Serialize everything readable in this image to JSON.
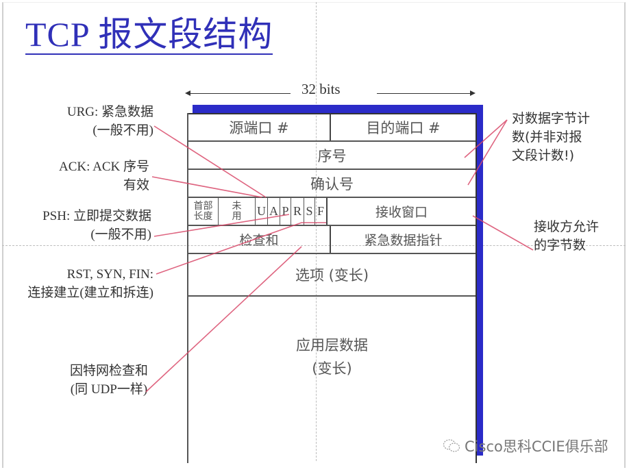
{
  "title": "TCP 报文段结构",
  "width_label": "32 bits",
  "colors": {
    "title": "#3030b8",
    "shadow": "#2b2bc8",
    "leader_lines": "#d94a6a",
    "text": "#333333"
  },
  "segment": {
    "row1": {
      "source_port": "源端口 #",
      "dest_port": "目的端口 #"
    },
    "row2": {
      "sequence_number": "序号"
    },
    "row3": {
      "ack_number": "确认号"
    },
    "row4": {
      "header_length": [
        "首部",
        "长度"
      ],
      "unused": [
        "未",
        "用"
      ],
      "flags": [
        "U",
        "A",
        "P",
        "R",
        "S",
        "F"
      ],
      "receive_window": "接收窗口"
    },
    "row5": {
      "checksum": "检查和",
      "urgent_pointer": "紧急数据指针"
    },
    "row6": {
      "options": "选项 (变长)"
    },
    "row7": {
      "app_data": [
        "应用层数据",
        "(变长)"
      ]
    }
  },
  "annotations_left": {
    "urg": [
      "URG: 紧急数据",
      "(一般不用)"
    ],
    "ack": [
      "ACK: ACK 序号",
      "有效"
    ],
    "psh": [
      "PSH: 立即提交数据",
      "(一般不用)"
    ],
    "rst_syn_fin": [
      "RST, SYN, FIN:",
      "连接建立(建立和拆连)"
    ],
    "checksum": [
      "因特网检查和",
      "(同 UDP一样)"
    ]
  },
  "annotations_right": {
    "byte_count": [
      "对数据字节计",
      "数(并非对报",
      "文段计数!)"
    ],
    "window": [
      "接收方允许",
      "的字节数"
    ]
  },
  "watermark": {
    "icon": "wechat-icon",
    "text": "Cisco思科CCIE俱乐部"
  }
}
